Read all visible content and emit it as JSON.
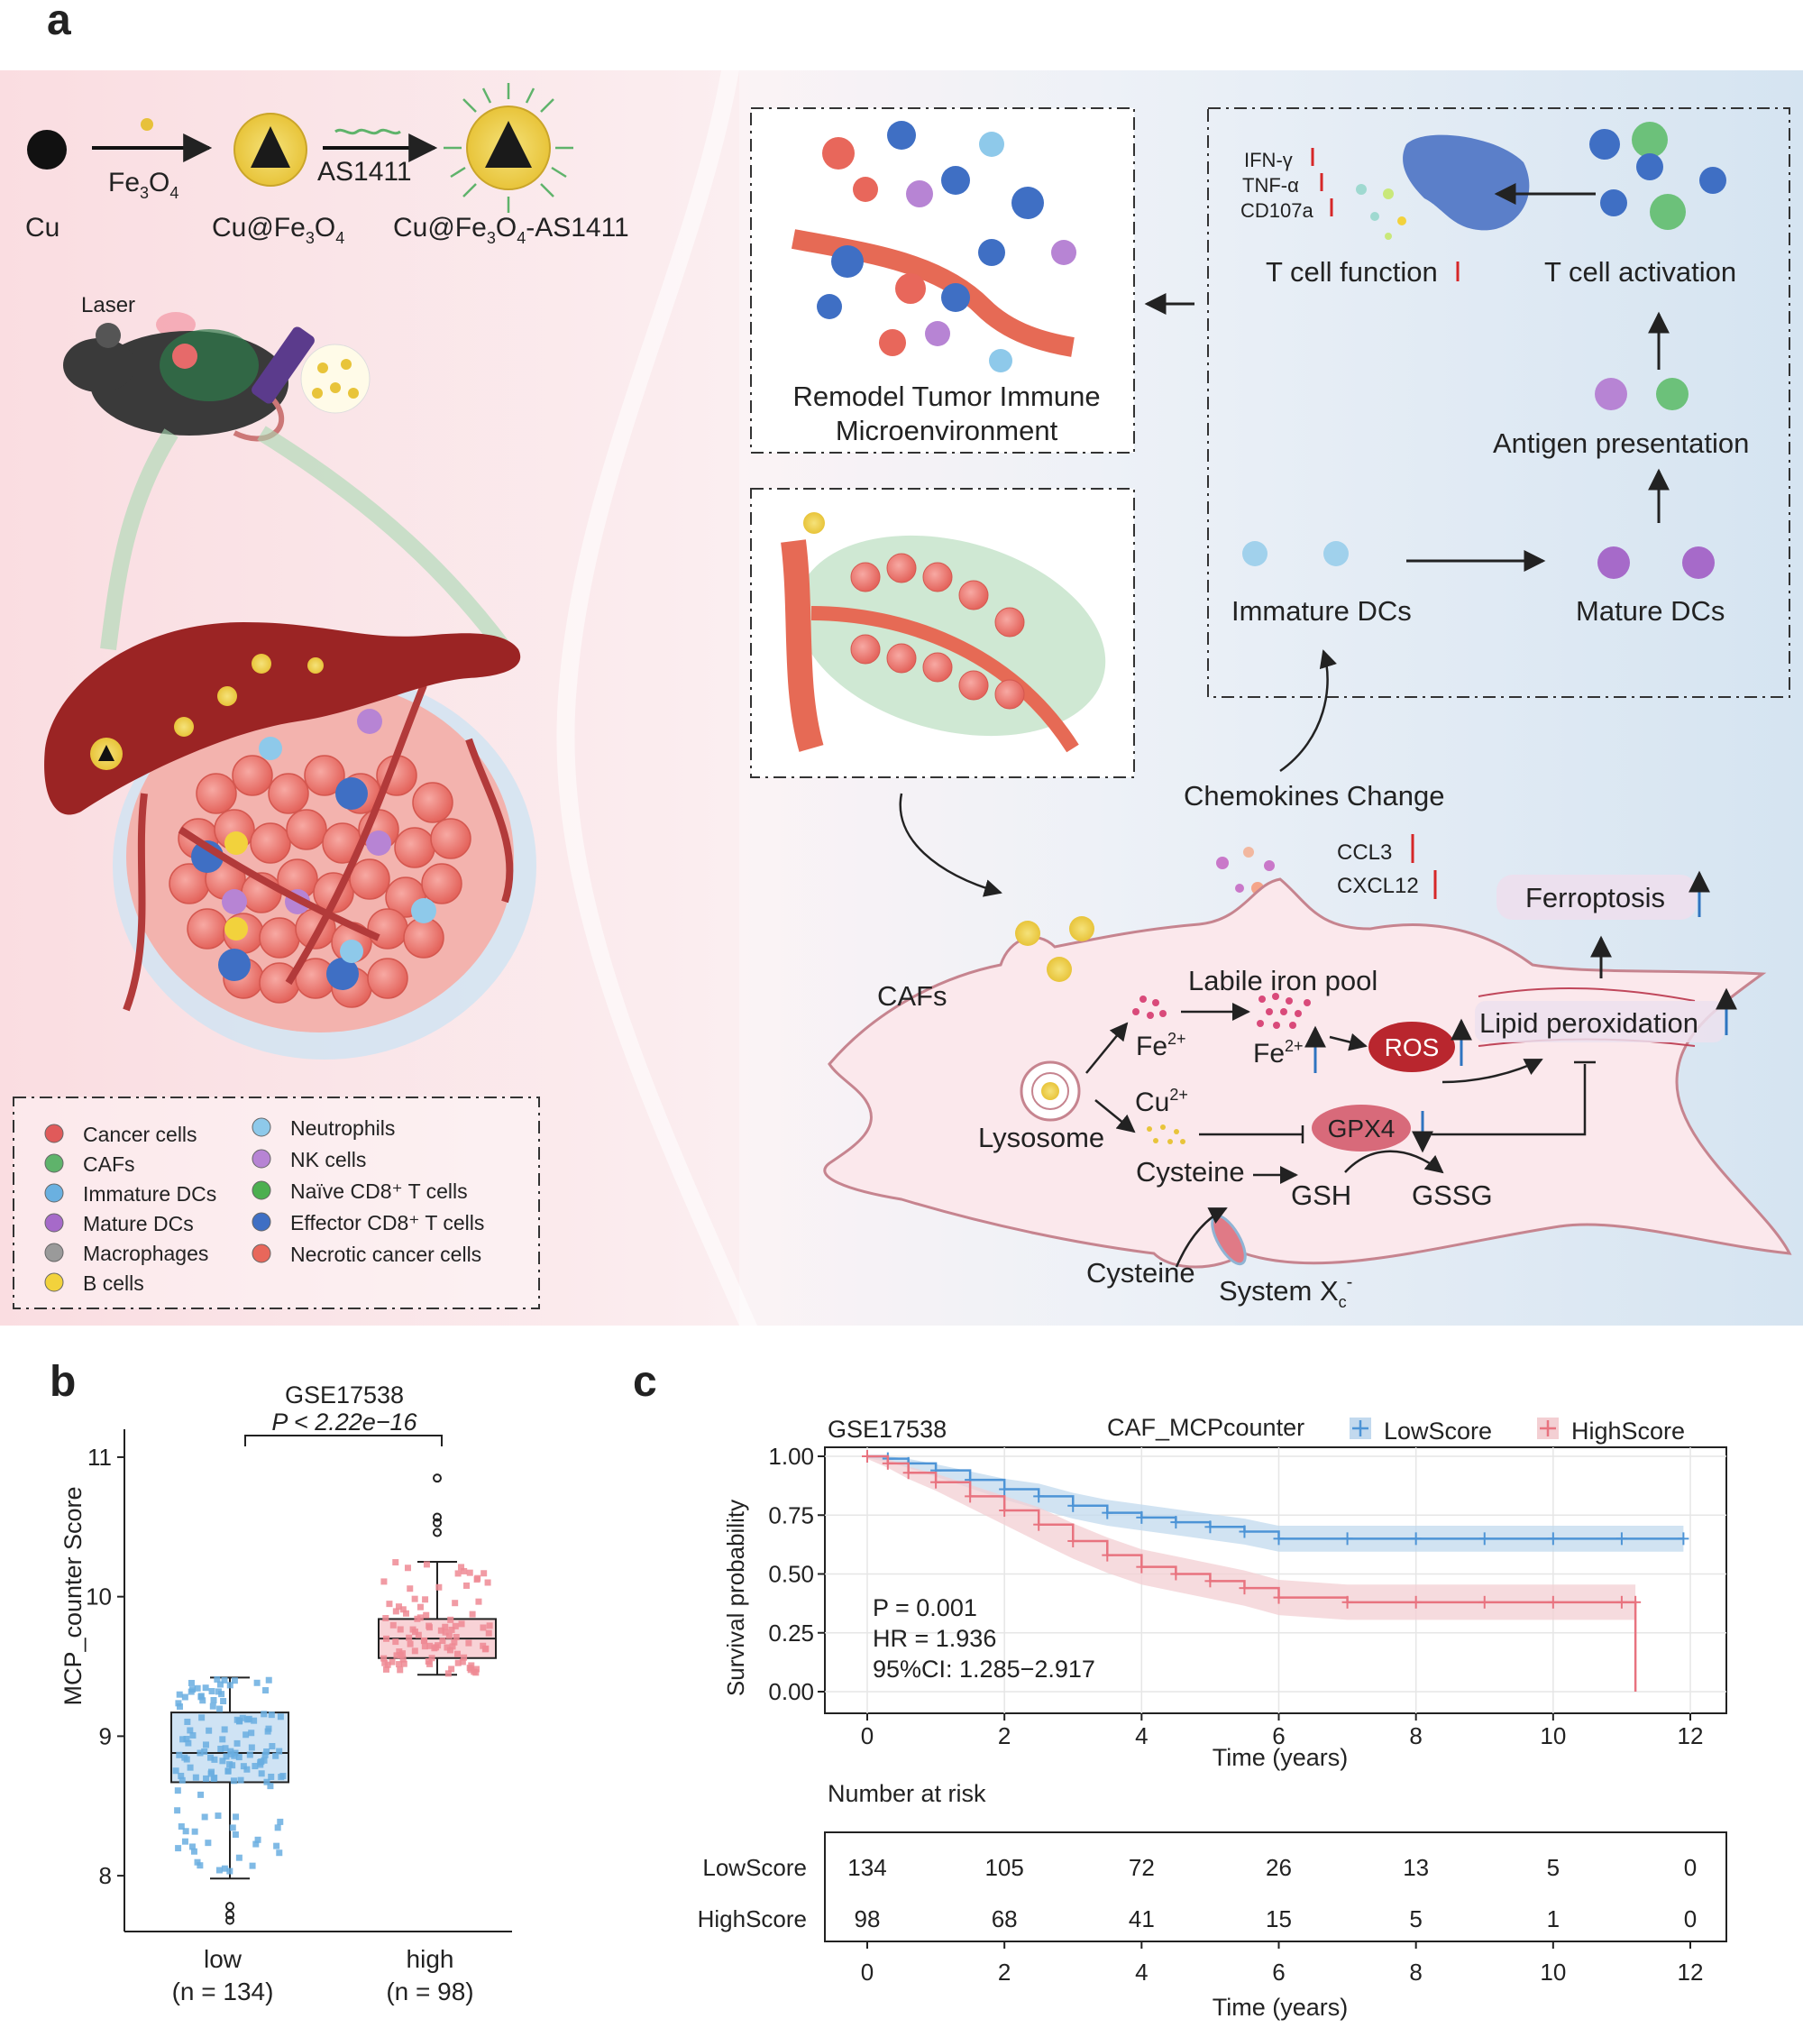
{
  "panel_a": {
    "letter": "a",
    "synthesis": {
      "cu": "Cu",
      "fe3o4_reagent": "Fe",
      "fe3o4_sub3": "3",
      "fe3o4_O": "O",
      "fe3o4_sub4": "4",
      "as1411_reagent": "AS1411",
      "cufe_label": "Cu@Fe",
      "cufe_sub3": "3",
      "cufe_O": "O",
      "cufe_sub4": "4",
      "final_label_a": "Cu@Fe",
      "final_sub3": "3",
      "final_O": "O",
      "final_sub4": "4",
      "final_label_b": "-AS1411"
    },
    "laser": "Laser",
    "legend": [
      {
        "label": "Cancer cells",
        "color": "#e05a5a"
      },
      {
        "label": "CAFs",
        "color": "#5fb36b"
      },
      {
        "label": "Immature DCs",
        "color": "#6ab0e0"
      },
      {
        "label": "Mature DCs",
        "color": "#a66ac9"
      },
      {
        "label": "Macrophages",
        "color": "#9a9a9a"
      },
      {
        "label": "B cells",
        "color": "#f2d23c"
      },
      {
        "label": "Neutrophils",
        "color": "#8ec9ea"
      },
      {
        "label": "NK cells",
        "color": "#b784d4"
      },
      {
        "label": "Naïve CD8⁺ T cells",
        "color": "#4caf50"
      },
      {
        "label": "Effector CD8⁺ T cells",
        "color": "#3f6fc4"
      },
      {
        "label": "Necrotic cancer cells",
        "color": "#e8675b"
      }
    ],
    "remodel_line1": "Remodel Tumor Immune",
    "remodel_line2": "Microenvironment",
    "cytokines": [
      "IFN-γ",
      "TNF-α",
      "CD107a"
    ],
    "t_cell_function": "T cell function",
    "t_cell_activation": "T cell activation",
    "antigen_presentation": "Antigen presentation",
    "immature_dcs": "Immature DCs",
    "mature_dcs": "Mature DCs",
    "chemokines_change": "Chemokines Change",
    "ccl3": "CCL3",
    "cxcl12": "CXCL12",
    "ferroptosis": "Ferroptosis",
    "cafs": "CAFs",
    "labile_iron_pool": "Labile iron pool",
    "fe2": "Fe",
    "fe2_sup": "2+",
    "fe2b": "Fe",
    "fe2b_sup": "2+",
    "ros": "ROS",
    "lipid_peroxidation": "Lipid peroxidation",
    "cu2": "Cu",
    "cu2_sup": "2+",
    "lysosome": "Lysosome",
    "gpx4": "GPX4",
    "cysteine_in": "Cysteine",
    "gsh": "GSH",
    "gssg": "GSSG",
    "cysteine_out": "Cysteine",
    "system_xc": "System X",
    "system_xc_sub": "c",
    "system_xc_sup": "-",
    "colors": {
      "up": "#d62728",
      "down_blue": "#2f74c0",
      "bg_left": "#fbe3e6",
      "bg_right": "#dfe9f3"
    }
  },
  "panel_b": {
    "letter": "b",
    "chart_data": {
      "type": "box",
      "title": "GSE17538",
      "pvalue": "P < 2.22e−16",
      "ylabel": "MCP_counter Score",
      "ylim": [
        7.6,
        11.2
      ],
      "yticks": [
        8,
        9,
        10,
        11
      ],
      "groups": [
        {
          "label": "low",
          "n": "(n = 134)",
          "color": "#6aaee0",
          "fill": "#cfe3f4",
          "q1": 8.67,
          "median": 8.88,
          "q3": 9.17,
          "whisker_low": 7.98,
          "whisker_high": 9.42,
          "outliers": [
            7.78,
            7.72,
            7.68
          ]
        },
        {
          "label": "high",
          "n": "(n = 98)",
          "color": "#ef8a94",
          "fill": "#f8d2d6",
          "q1": 9.56,
          "median": 9.7,
          "q3": 9.84,
          "whisker_low": 9.44,
          "whisker_high": 10.25,
          "outliers": [
            10.57,
            10.53,
            10.46,
            10.85
          ]
        }
      ]
    }
  },
  "panel_c": {
    "letter": "c",
    "chart_data": {
      "type": "line",
      "title": "GSE17538",
      "legend_title": "CAF_MCPcounter",
      "xlabel": "Time (years)",
      "ylabel": "Survival probability",
      "xlim": [
        0,
        12
      ],
      "ylim": [
        0,
        1
      ],
      "xticks": [
        0,
        2,
        4,
        6,
        8,
        10,
        12
      ],
      "yticks": [
        "0.00",
        "0.25",
        "0.50",
        "0.75",
        "1.00"
      ],
      "annotation": [
        "P = 0.001",
        "HR = 1.936",
        "95%CI: 1.285−2.917"
      ],
      "series": [
        {
          "name": "LowScore",
          "color": "#4d94d6",
          "band": "#c2d9ee",
          "points": [
            [
              0,
              1
            ],
            [
              0.3,
              0.99
            ],
            [
              0.6,
              0.97
            ],
            [
              1,
              0.94
            ],
            [
              1.5,
              0.9
            ],
            [
              2,
              0.86
            ],
            [
              2.5,
              0.83
            ],
            [
              3,
              0.79
            ],
            [
              3.5,
              0.76
            ],
            [
              4,
              0.74
            ],
            [
              4.5,
              0.72
            ],
            [
              5,
              0.7
            ],
            [
              5.5,
              0.68
            ],
            [
              6,
              0.65
            ],
            [
              7,
              0.65
            ],
            [
              8,
              0.65
            ],
            [
              9,
              0.65
            ],
            [
              10,
              0.65
            ],
            [
              11,
              0.65
            ],
            [
              11.9,
              0.65
            ]
          ],
          "band_width": 0.055
        },
        {
          "name": "HighScore",
          "color": "#e8737f",
          "band": "#f3cfd3",
          "points": [
            [
              0,
              1
            ],
            [
              0.3,
              0.97
            ],
            [
              0.6,
              0.93
            ],
            [
              1,
              0.89
            ],
            [
              1.5,
              0.83
            ],
            [
              2,
              0.77
            ],
            [
              2.5,
              0.71
            ],
            [
              3,
              0.64
            ],
            [
              3.5,
              0.58
            ],
            [
              4,
              0.53
            ],
            [
              4.5,
              0.5
            ],
            [
              5,
              0.47
            ],
            [
              5.5,
              0.44
            ],
            [
              6,
              0.4
            ],
            [
              7,
              0.38
            ],
            [
              8,
              0.38
            ],
            [
              9,
              0.38
            ],
            [
              10,
              0.38
            ],
            [
              11,
              0.38
            ],
            [
              11.2,
              0.38
            ],
            [
              11.2,
              0.0
            ]
          ],
          "band_width": 0.075
        }
      ],
      "risk_table": {
        "title": "Number at risk",
        "rows": [
          {
            "name": "LowScore",
            "values": [
              134,
              105,
              72,
              26,
              13,
              5,
              0
            ]
          },
          {
            "name": "HighScore",
            "values": [
              98,
              68,
              41,
              15,
              5,
              1,
              0
            ]
          }
        ],
        "xlabel": "Time (years)"
      }
    }
  }
}
